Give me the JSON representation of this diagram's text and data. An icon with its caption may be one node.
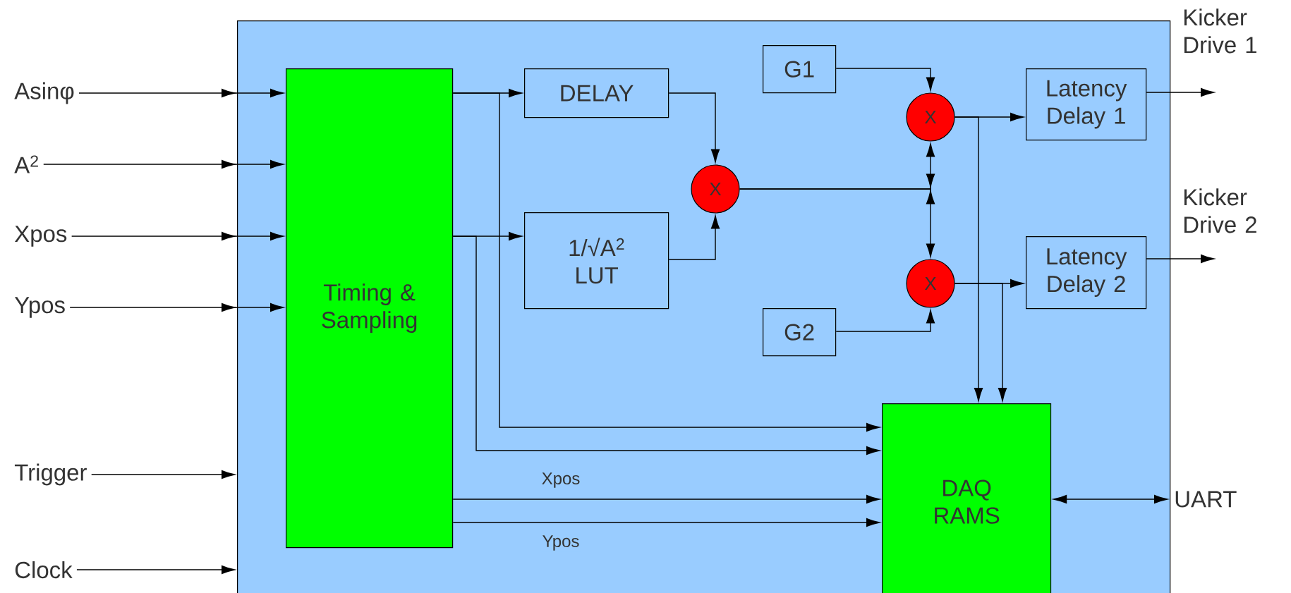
{
  "diagram": {
    "nodes": [
      {
        "text": [
          "Asinφ"
        ]
      },
      {
        "text": [
          "A$^{2}$"
        ]
      },
      {
        "text": [
          "Xpos"
        ]
      },
      {
        "text": [
          "Ypos"
        ]
      },
      {
        "text": [
          "Trigger"
        ]
      },
      {
        "text": [
          "Clock"
        ]
      },
      {
        "text": [],
        "shape": "box"
      },
      {
        "text": [
          "Timing & Sampling"
        ],
        "in": 6
      },
      {
        "text": [
          "DELAY"
        ],
        "in": 6
      },
      {
        "text": [
          "1/√A$^{2}$ LUT"
        ],
        "in": 6
      },
      {
        "text": [
          "G1"
        ],
        "in": 6
      },
      {
        "text": [
          "X"
        ],
        "in": 6
      },
      {
        "text": [
          "X"
        ],
        "in": 6
      },
      {
        "text": [
          "X"
        ],
        "in": 6
      },
      {
        "text": [
          "G2"
        ],
        "in": 6
      },
      {
        "text": [
          "Latency Delay 1"
        ],
        "in": 6
      },
      {
        "text": [
          "Latency Delay 2"
        ],
        "in": 6
      },
      {
        "text": [
          "DAQ RAMS"
        ],
        "in": 6
      },
      {
        "text": [
          "UART"
        ]
      }
    ],
    "edges": [
      {
        "from": 0,
        "to": 7,
        "arrow": "to"
      },
      {
        "from": 1,
        "to": 7,
        "arrow": "to"
      },
      {
        "from": 2,
        "to": 7,
        "arrow": "to"
      },
      {
        "from": 3,
        "to": 7,
        "arrow": "to"
      },
      {
        "from": 4,
        "to": 6,
        "arrow": "to"
      },
      {
        "from": 5,
        "to": 6,
        "arrow": "to"
      },
      {
        "from": 7,
        "to": 8,
        "arrow": "to"
      },
      {
        "from": 7,
        "to": 17,
        "arrow": "to"
      },
      {
        "from": 7,
        "to": 9,
        "arrow": "to"
      },
      {
        "from": 7,
        "to": 17,
        "arrow": "to"
      },
      {
        "from": 7,
        "to": 17,
        "arrow": "to",
        "label": "Xpos"
      },
      {
        "from": 7,
        "to": 17,
        "arrow": "to",
        "label": "Ypos"
      },
      {
        "from": 8,
        "to": 11,
        "arrow": "to"
      },
      {
        "from": 9,
        "to": 11,
        "arrow": "to"
      },
      {
        "from": 11,
        "to": 12,
        "arrow": "to"
      },
      {
        "from": 11,
        "to": 13,
        "arrow": "to"
      },
      {
        "from": 10,
        "to": 12,
        "arrow": "to"
      },
      {
        "from": 14,
        "to": 13,
        "arrow": "to"
      },
      {
        "from": 12,
        "to": 15,
        "arrow": "to"
      },
      {
        "from": 12,
        "to": 17,
        "arrow": "to"
      },
      {
        "from": 13,
        "to": 16,
        "arrow": "to"
      },
      {
        "from": 13,
        "to": 17,
        "arrow": "to"
      },
      {
        "from": 15,
        "to": null,
        "arrow": "to"
      },
      {
        "from": 16,
        "to": null,
        "arrow": "to"
      },
      {
        "from": 17,
        "to": 18,
        "arrow": "both"
      }
    ],
    "labels": [
      "Kicker Drive 1",
      "Kicker Drive 2"
    ]
  }
}
